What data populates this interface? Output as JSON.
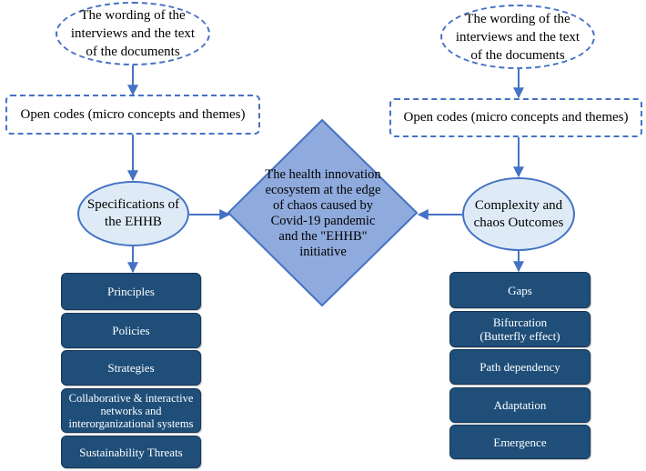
{
  "left_branch": {
    "source": "The wording of the interviews and the text of the documents",
    "codes": "Open codes (micro concepts and themes)",
    "hub": "Specifications of the EHHB",
    "items": [
      "Principles",
      "Policies",
      "Strategies",
      "Collaborative & interactive networks and interorganizational systems",
      "Sustainability Threats"
    ]
  },
  "right_branch": {
    "source": "The wording of the interviews and the text of the documents",
    "codes": "Open codes (micro concepts and themes)",
    "hub": "Complexity and chaos Outcomes",
    "items": [
      "Gaps",
      "Bifurcation (Butterfly effect)",
      "Path dependency",
      "Adaptation",
      "Emergence"
    ]
  },
  "center": {
    "text": "The health innovation ecosystem at the edge of chaos caused by Covid-19 pandemic and the \"EHHB\" initiative"
  },
  "colors": {
    "arrow": "#4472c4",
    "card_fill": "#1f4e79",
    "hub_fill": "#deebf7",
    "diamond_fill": "#8faadc"
  }
}
